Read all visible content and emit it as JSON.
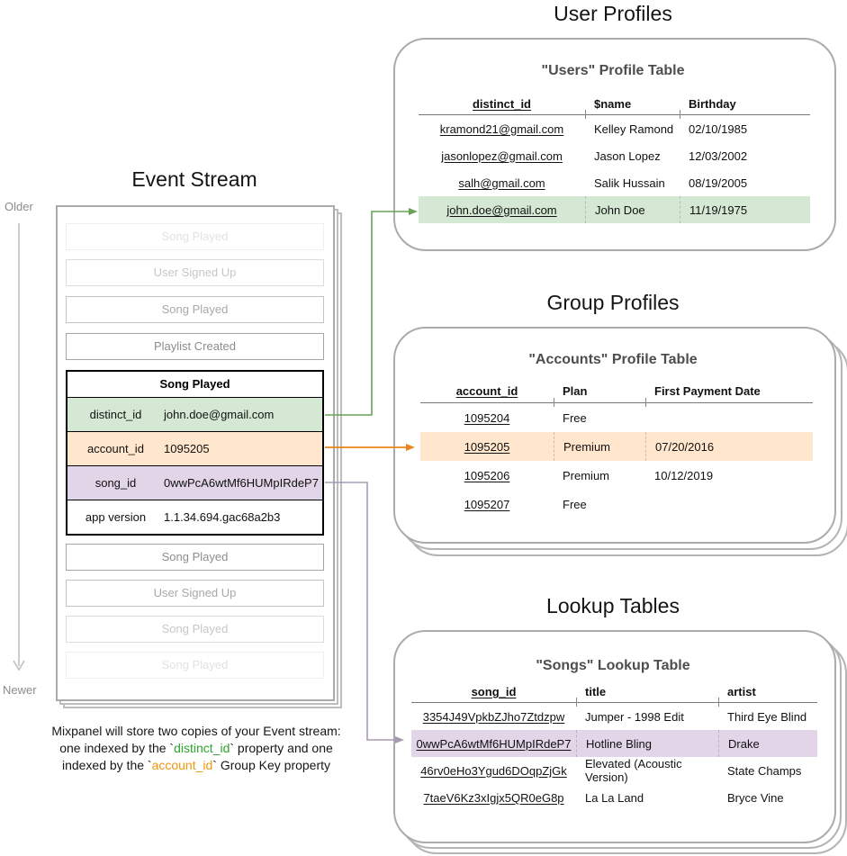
{
  "titles": {
    "event_stream": "Event Stream",
    "user_profiles": "User Profiles",
    "group_profiles": "Group Profiles",
    "lookup_tables": "Lookup Tables"
  },
  "timeline": {
    "older": "Older",
    "newer": "Newer"
  },
  "event_stream": {
    "events_before": [
      {
        "label": "Song Played"
      },
      {
        "label": "User Signed Up"
      },
      {
        "label": "Song Played"
      },
      {
        "label": "Playlist Created"
      }
    ],
    "expanded_event": {
      "title": "Song Played",
      "properties": [
        {
          "name": "distinct_id",
          "value": "john.doe@gmail.com"
        },
        {
          "name": "account_id",
          "value": "1095205"
        },
        {
          "name": "song_id",
          "value": "0wwPcA6wtMf6HUMpIRdeP7"
        },
        {
          "name": "app version",
          "value": "1.1.34.694.gac68a2b3"
        }
      ]
    },
    "events_after": [
      {
        "label": "Song Played"
      },
      {
        "label": "User Signed Up"
      },
      {
        "label": "Song Played"
      },
      {
        "label": "Song Played"
      }
    ]
  },
  "users_table": {
    "heading": "\"Users\" Profile Table",
    "columns": [
      "distinct_id",
      "$name",
      "Birthday"
    ],
    "rows": [
      [
        "kramond21@gmail.com",
        "Kelley Ramond",
        "02/10/1985"
      ],
      [
        "jasonlopez@gmail.com",
        "Jason Lopez",
        "12/03/2002"
      ],
      [
        "salh@gmail.com",
        "Salik Hussain",
        "08/19/2005"
      ],
      [
        "john.doe@gmail.com",
        "John Doe",
        "11/19/1975"
      ]
    ],
    "highlighted_row": "john.doe@gmail.com"
  },
  "accounts_table": {
    "heading": "\"Accounts\" Profile Table",
    "columns": [
      "account_id",
      "Plan",
      "First Payment Date"
    ],
    "rows": [
      [
        "1095204",
        "Free",
        ""
      ],
      [
        "1095205",
        "Premium",
        "07/20/2016"
      ],
      [
        "1095206",
        "Premium",
        "10/12/2019"
      ],
      [
        "1095207",
        "Free",
        ""
      ]
    ],
    "highlighted_row": "1095205"
  },
  "songs_table": {
    "heading": "\"Songs\" Lookup Table",
    "columns": [
      "song_id",
      "title",
      "artist"
    ],
    "rows": [
      [
        "3354J49VpkbZJho7Ztdzpw",
        "Jumper - 1998 Edit",
        "Third Eye Blind"
      ],
      [
        "0wwPcA6wtMf6HUMpIRdeP7",
        "Hotline Bling",
        "Drake"
      ],
      [
        "46rv0eHo3Ygud6DOqpZjGk",
        "Elevated (Acoustic Version)",
        "State Champs"
      ],
      [
        "7taeV6Kz3xIgjx5QR0eG8p",
        "La La Land",
        "Bryce Vine"
      ]
    ],
    "highlighted_row": "0wwPcA6wtMf6HUMpIRdeP7"
  },
  "caption": {
    "line1": "Mixpanel will store two copies of your Event stream:",
    "line2_pre": "one indexed by the `",
    "line2_code": "distinct_id",
    "line2_post": "` property and one",
    "line3_pre": "indexed by the `",
    "line3_code": "account_id",
    "line3_post": "` Group Key property"
  },
  "colors": {
    "green_fill": "#d5e8d4",
    "orange_fill": "#ffe6cc",
    "purple_fill": "#e1d5e7",
    "green_arrow": "#66a355",
    "orange_arrow": "#e8851e",
    "purple_arrow": "#a79ab0",
    "caption_green": "#2fa42f",
    "caption_orange": "#f0960f"
  }
}
